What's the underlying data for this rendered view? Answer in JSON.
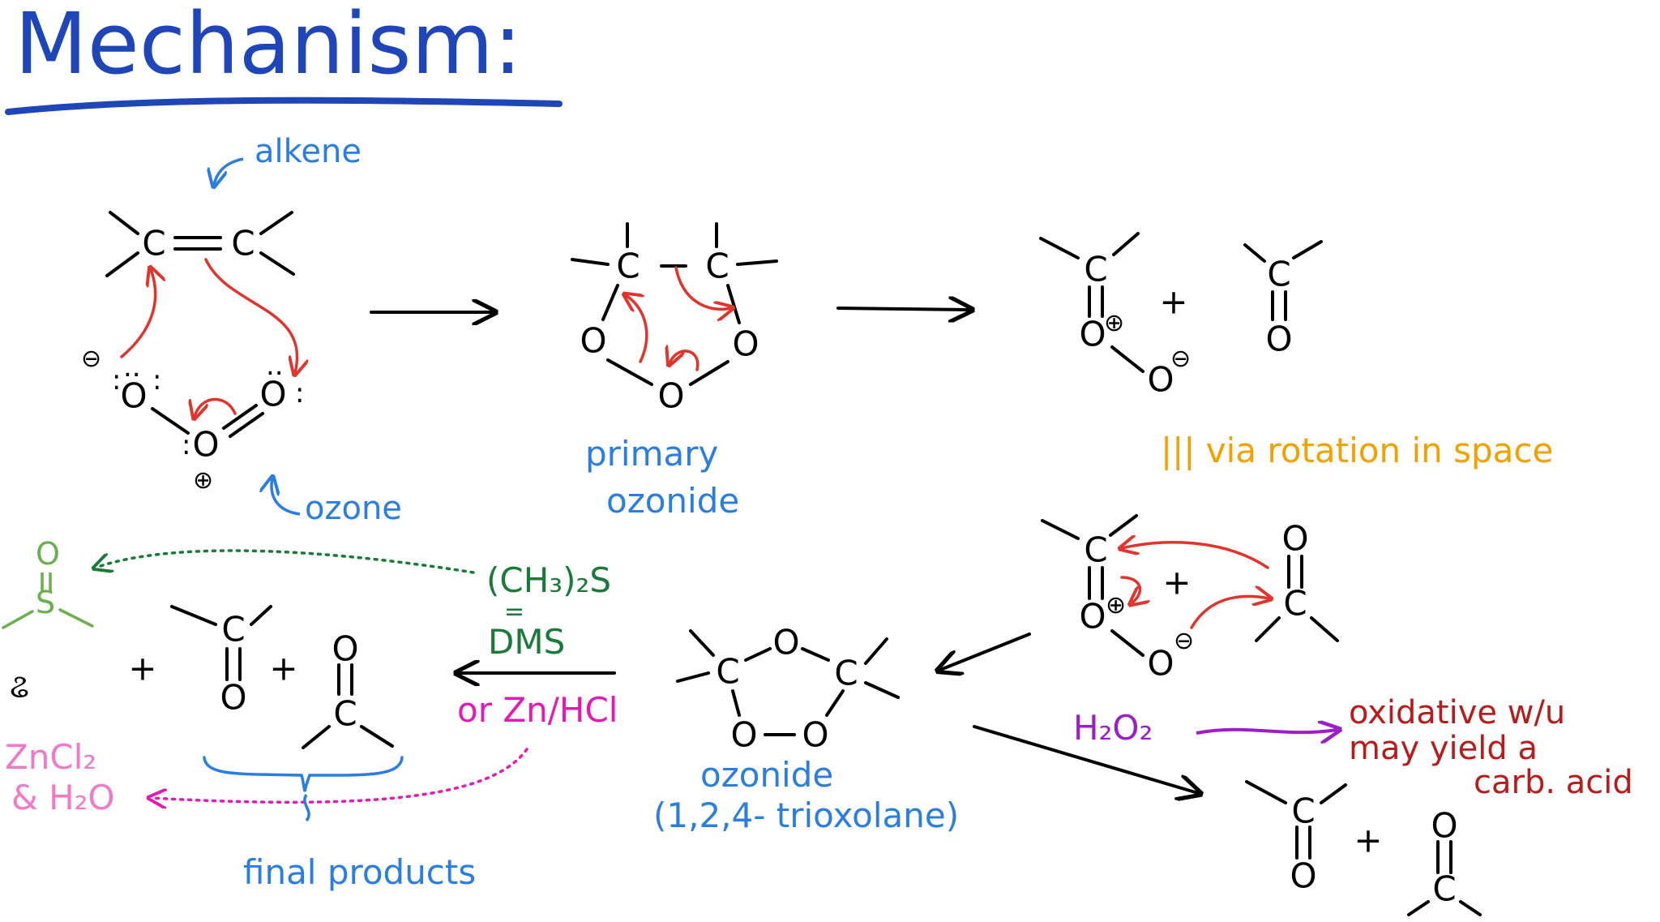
{
  "colors": {
    "title": "#1f46b8",
    "label": "#2b7de0",
    "arrow": "#e0342c",
    "orange": "#f2a100",
    "dms": "#1a7a3a",
    "dmso": "#6ab04c",
    "zn": "#e21bb5",
    "zncl": "#f07ac8",
    "h2o2": "#9b1fc6",
    "oxidative": "#b71c1c"
  },
  "title": "Mechanism:",
  "labels": {
    "alkene": "alkene",
    "ozone": "ozone",
    "primary": "primary",
    "ozonide_word": "ozonide",
    "rotation": "||| via rotation in space",
    "ozonide": "ozonide",
    "trioxolane": "(1,2,4- trioxolane)",
    "final_products": "final products",
    "dms_formula": "(CH₃)₂S",
    "dms_equals": "=",
    "dms": "DMS",
    "zn_hcl": "or Zn/HCl",
    "or_symbol": "ଌ",
    "zncl2": "ZnCl₂",
    "h2o": "& H₂O",
    "h2o2": "H₂O₂",
    "oxidative_1": "oxidative w/u",
    "oxidative_2": "may yield a",
    "oxidative_3": "carb. acid"
  },
  "atoms": {
    "c": "C",
    "o": "O",
    "s": "S",
    "plus": "+",
    "eq": "=",
    "charge_plus": "⊕",
    "charge_minus": "⊖",
    "lone_pair": ":",
    "lone_pair_top": "..",
    "double_bond": "||"
  },
  "icons": [
    "curved-arrow-icon",
    "reaction-arrow-icon",
    "dotted-arrow-icon",
    "brace-icon"
  ]
}
